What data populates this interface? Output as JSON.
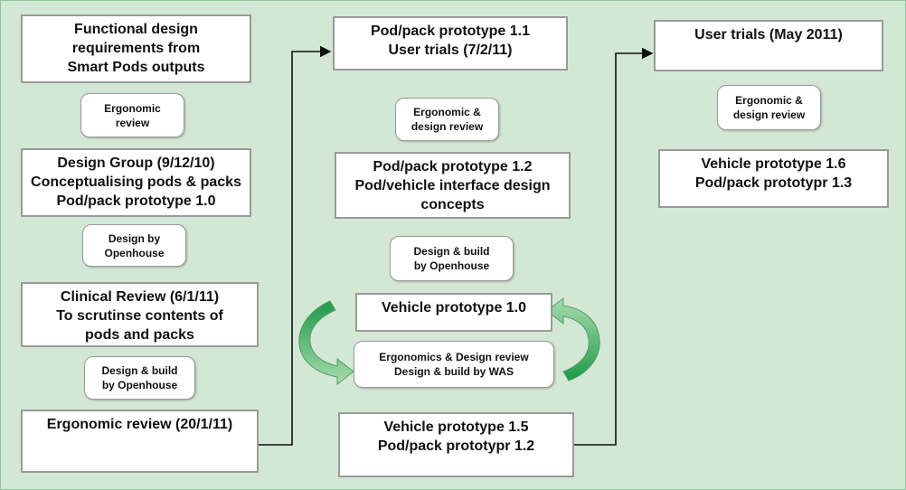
{
  "column1": {
    "box1": [
      "Functional design",
      "requirements from",
      "Smart Pods outputs"
    ],
    "note1": [
      "Ergonomic",
      "review"
    ],
    "box2": [
      "Design Group (9/12/10)",
      "Conceptualising pods & packs",
      "Pod/pack prototype 1.0"
    ],
    "note2": [
      "Design by",
      "Openhouse"
    ],
    "box3": [
      "Clinical Review (6/1/11)",
      "To scrutinse contents of",
      "pods and packs"
    ],
    "note3": [
      "Design & build",
      "by Openhouse"
    ],
    "box4": [
      "Ergonomic review (20/1/11)"
    ]
  },
  "column2": {
    "box1": [
      "Pod/pack prototype 1.1",
      "User trials (7/2/11)"
    ],
    "note1": [
      "Ergonomic &",
      "design review"
    ],
    "box2": [
      "Pod/pack prototype 1.2",
      "Pod/vehicle interface design",
      "concepts"
    ],
    "note2": [
      "Design & build",
      "by Openhouse"
    ],
    "box3": [
      "Vehicle prototype 1.0"
    ],
    "note3": [
      "Ergonomics & Design review",
      "Design & build by WAS"
    ],
    "box4": [
      "Vehicle prototype 1.5",
      "Pod/pack prototypr 1.2"
    ]
  },
  "column3": {
    "box1": [
      "User trials (May 2011)"
    ],
    "note1": [
      "Ergonomic &",
      "design review"
    ],
    "box2": [
      "Vehicle prototype 1.6",
      "Pod/pack prototypr 1.3"
    ]
  },
  "colors": {
    "background": "#d3e8d4",
    "box_border": "#9a9a9a",
    "connector": "#111111",
    "cycle_arrow_dark": "#1e9a48",
    "cycle_arrow_light": "#9fd6a9"
  }
}
